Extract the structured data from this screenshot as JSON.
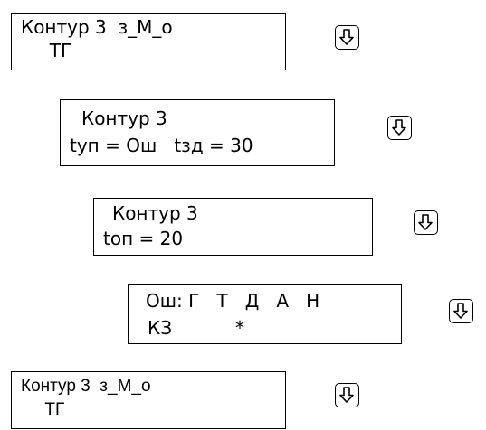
{
  "screens": [
    {
      "line1": "Контур 3  з_М_о",
      "line2": "     ТГ",
      "button_icon": "down-arrow-key-icon"
    },
    {
      "line1": "Контур 3",
      "line2": "tуп = Ош   tзд = 30",
      "button_icon": "down-arrow-key-icon"
    },
    {
      "line1": "Контур 3",
      "line2": "tоп = 20",
      "button_icon": "down-arrow-key-icon"
    },
    {
      "line1": "Ош: Г   Т   Д   А   Н",
      "line2": "КЗ           *",
      "button_icon": "down-arrow-key-icon"
    },
    {
      "line1": "Контур 3  з_М_о",
      "line2": "     ТГ",
      "button_icon": "down-arrow-key-icon"
    }
  ]
}
